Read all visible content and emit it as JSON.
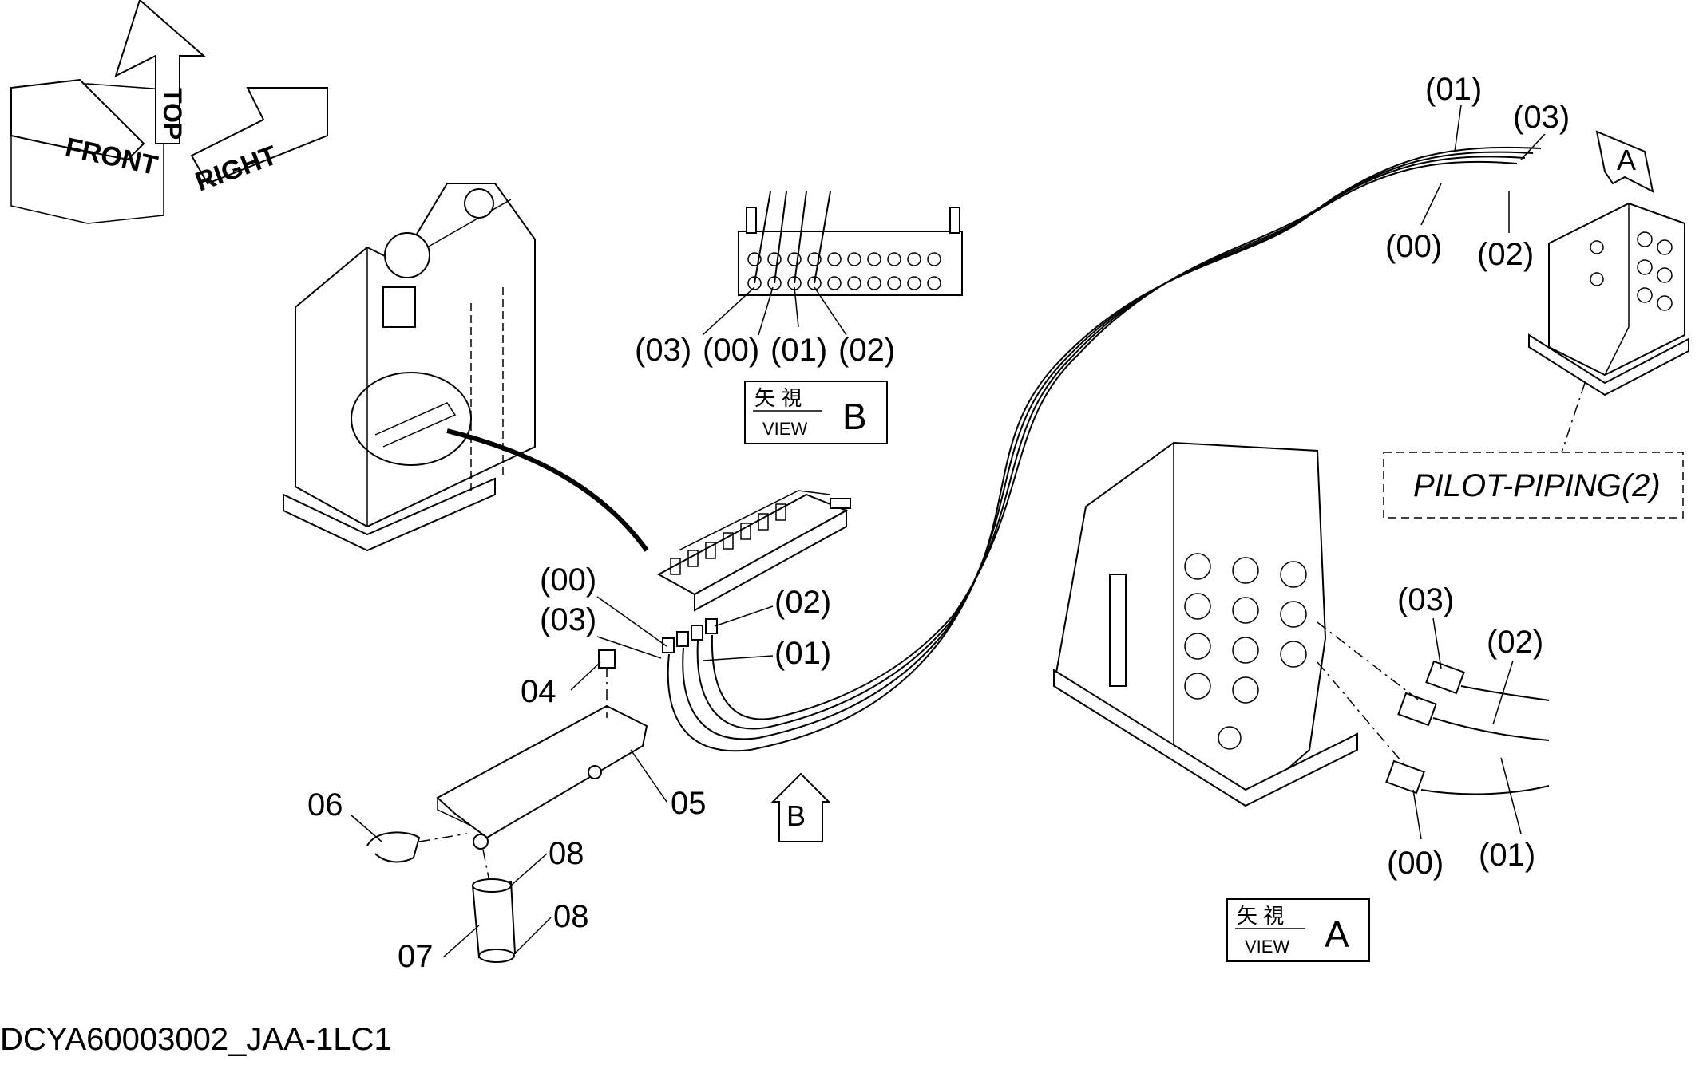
{
  "orientation": {
    "front": "FRONT",
    "top": "TOP",
    "right": "RIGHT"
  },
  "view_b": {
    "label_jp": "矢 視",
    "label_en": "VIEW",
    "letter": "B",
    "callouts": [
      "(03)",
      "(00)",
      "(01)",
      "(02)"
    ]
  },
  "view_a": {
    "label_jp": "矢 視",
    "label_en": "VIEW",
    "letter": "A"
  },
  "arrow_a": "A",
  "arrow_b": "B",
  "reference_box": "PILOT-PIPING(2)",
  "callouts": {
    "top_01": "(01)",
    "top_03": "(03)",
    "top_00": "(00)",
    "top_02": "(02)",
    "block_00": "(00)",
    "block_03": "(03)",
    "block_02": "(02)",
    "block_01": "(01)",
    "valve_03": "(03)",
    "valve_02": "(02)",
    "valve_00": "(00)",
    "valve_01": "(01)"
  },
  "parts": {
    "p04": "04",
    "p05": "05",
    "p06": "06",
    "p07": "07",
    "p08a": "08",
    "p08b": "08"
  },
  "drawing_code": "DCYA60003002_JAA-1LC1"
}
